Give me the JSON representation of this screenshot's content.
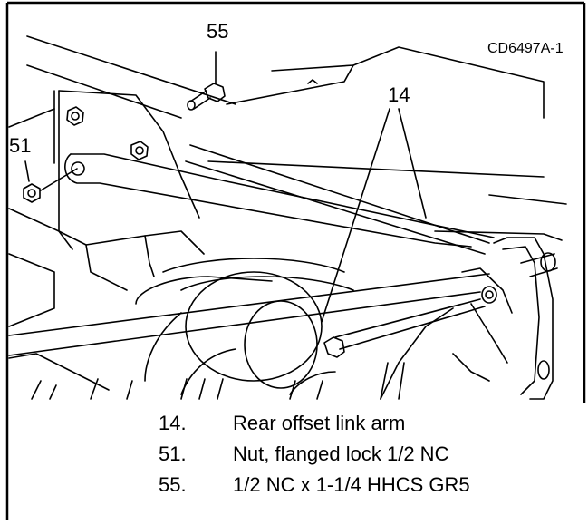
{
  "figure": {
    "id": "CD6497A-1",
    "callouts": {
      "c55": "55",
      "c14": "14",
      "c51": "51"
    }
  },
  "parts": [
    {
      "num": "14.",
      "desc": "Rear offset link arm"
    },
    {
      "num": "51.",
      "desc": "Nut, flanged lock 1/2 NC"
    },
    {
      "num": "55.",
      "desc": "1/2 NC x 1-1/4 HHCS GR5"
    }
  ]
}
